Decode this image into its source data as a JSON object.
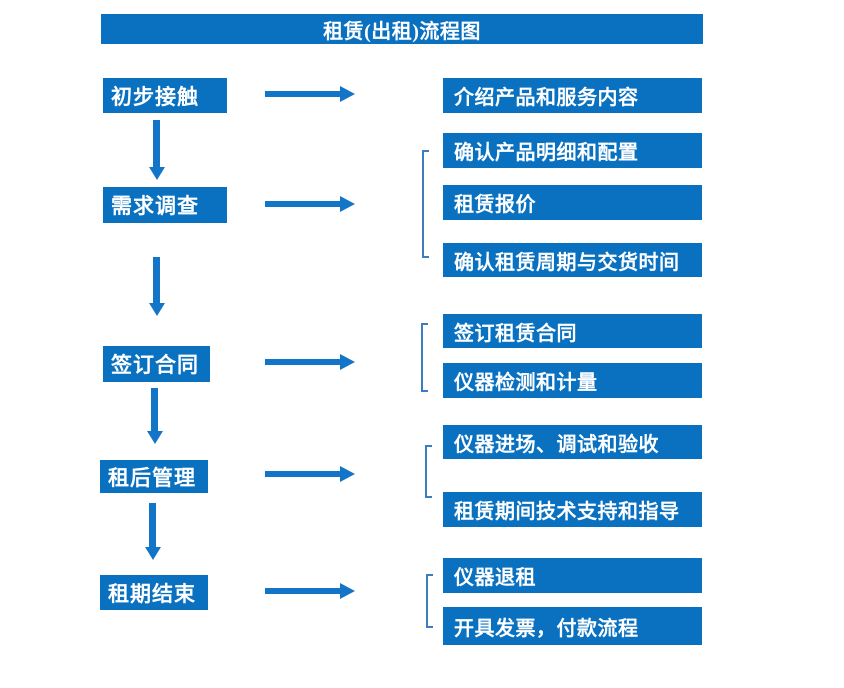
{
  "title": "租赁(出租)流程图",
  "colors": {
    "box": "#0a71c1",
    "arrow": "#1375c8",
    "bracket": "#3c7cc0",
    "text": "#ffffff"
  },
  "stages": [
    {
      "label": "初步接触",
      "details": [
        "介绍产品和服务内容"
      ]
    },
    {
      "label": "需求调查",
      "details": [
        "确认产品明细和配置",
        "租赁报价",
        "确认租赁周期与交货时间"
      ]
    },
    {
      "label": "签订合同",
      "details": [
        "签订租赁合同",
        "仪器检测和计量"
      ]
    },
    {
      "label": "租后管理",
      "details": [
        "仪器进场、调试和验收",
        "租赁期间技术支持和指导"
      ]
    },
    {
      "label": "租期结束",
      "details": [
        "仪器退租",
        "开具发票，付款流程"
      ]
    }
  ]
}
